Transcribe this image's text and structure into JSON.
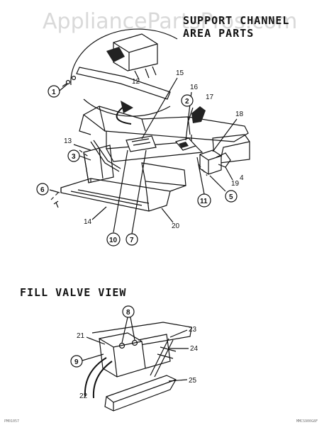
{
  "watermark": "AppliancePartsPros.com",
  "titles": {
    "support_line1": "SUPPORT CHANNEL",
    "support_line2": "AREA PARTS",
    "fill_valve": "FILL VALVE VIEW"
  },
  "callouts": {
    "c1": "1",
    "c2": "2",
    "c3": "3",
    "c5": "5",
    "c6": "6",
    "c7": "7",
    "c8": "8",
    "c9": "9",
    "c10": "10",
    "c11": "11"
  },
  "labels": {
    "l4": "4",
    "l12": "12",
    "l13": "13",
    "l14": "14",
    "l15": "15",
    "l16": "16",
    "l17": "17",
    "l18": "18",
    "l19": "19",
    "l20": "20",
    "l21": "21",
    "l22": "22",
    "l23": "23",
    "l24": "24",
    "l25": "25"
  },
  "footer": {
    "left_code": "PM01057",
    "right_code": "MMCS900G8F"
  }
}
